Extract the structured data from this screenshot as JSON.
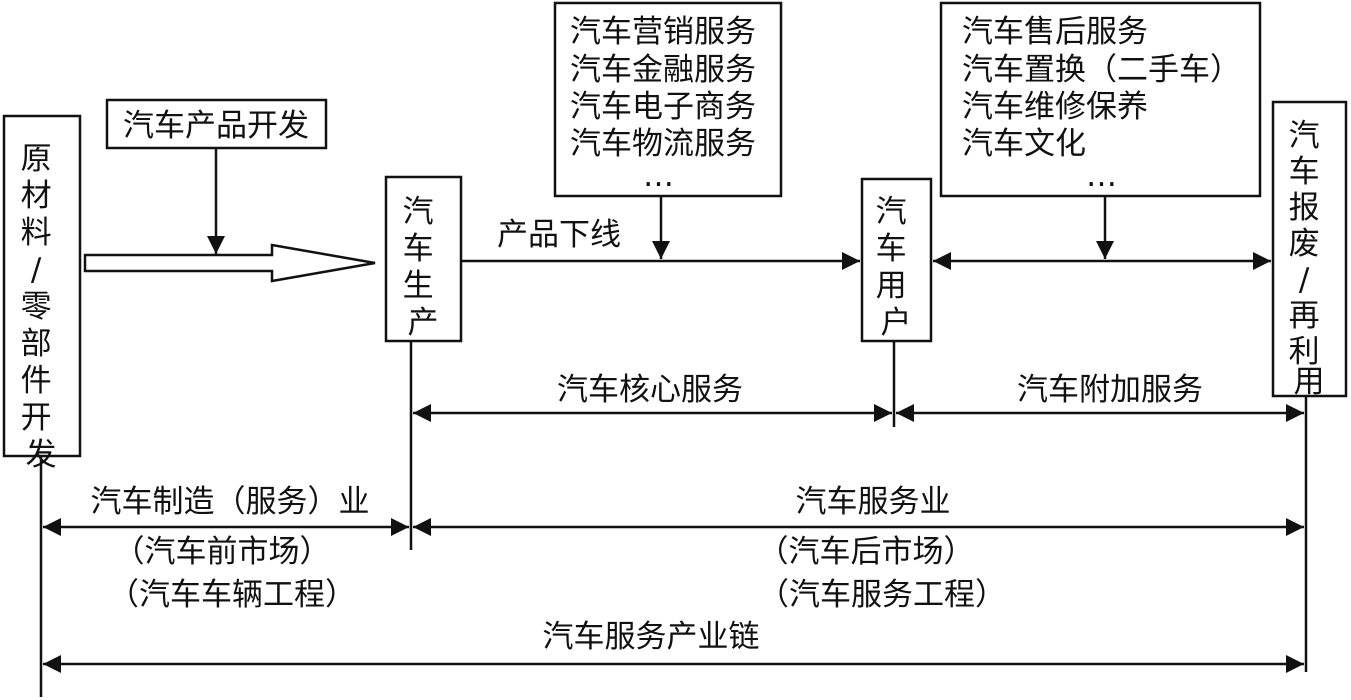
{
  "nodes": {
    "raw_materials": {
      "label": "原材料/零部件开发",
      "lines": [
        "原",
        "材",
        "料",
        "/",
        "零",
        "部",
        "件",
        "开",
        "发"
      ]
    },
    "product_dev": {
      "label": "汽车产品开发"
    },
    "production": {
      "label": "汽车生产",
      "lines": [
        "汽",
        "车",
        "生",
        "产"
      ]
    },
    "users": {
      "label": "汽车用户",
      "lines": [
        "汽",
        "车",
        "用",
        "户"
      ]
    },
    "scrap": {
      "label": "汽车报废/再利用",
      "lines": [
        "汽",
        "车",
        "报",
        "废",
        "/",
        "再",
        "利",
        "用"
      ]
    },
    "marketing_services": {
      "items": [
        "汽车营销服务",
        "汽车金融服务",
        "汽车电子商务",
        "汽车物流服务",
        "…"
      ]
    },
    "aftersale_services": {
      "items": [
        "汽车售后服务",
        "汽车置换（二手车）",
        "汽车维修保养",
        "汽车文化",
        "…"
      ]
    }
  },
  "edges": {
    "product_offline": "产品下线"
  },
  "spans": {
    "core_service": "汽车核心服务",
    "additional_service": "汽车附加服务",
    "manufacturing": "汽车制造（服务）业",
    "front_market": "（汽车前市场）",
    "vehicle_engineering": "（汽车车辆工程）",
    "service_industry": "汽车服务业",
    "after_market": "（汽车后市场）",
    "service_engineering": "（汽车服务工程）",
    "industry_chain": "汽车服务产业链"
  }
}
